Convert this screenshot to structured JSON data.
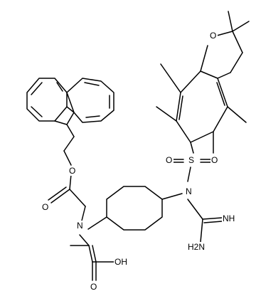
{
  "molecule": {
    "atoms": {
      "o_chroman": "O",
      "o_carbamate": "O",
      "n_amide": "N",
      "n_sulfonyl": "N",
      "s": "S",
      "o_s_left": "O",
      "o_s_right": "O",
      "nh_imine": "NH",
      "h2n": "H2N",
      "oh": "OH",
      "o_carbonyl": "O",
      "o_acid": "O"
    }
  }
}
